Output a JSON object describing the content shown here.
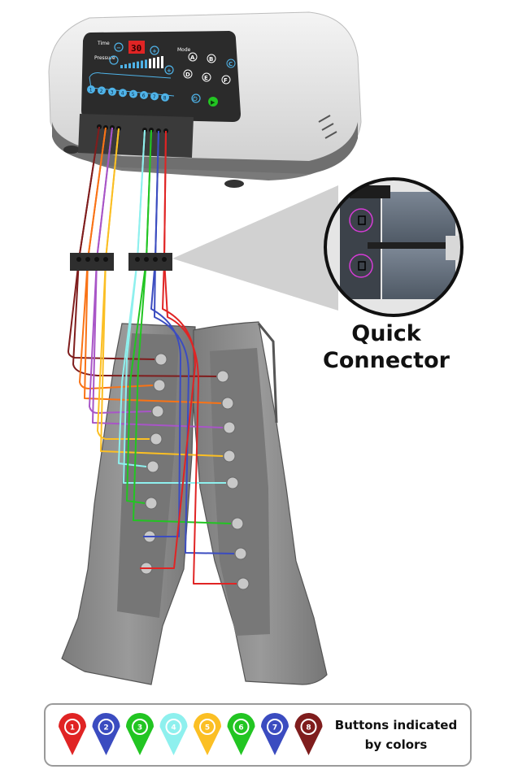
{
  "device": {
    "time_label": "Time",
    "time_value": "30",
    "pressure_label": "Pressure",
    "mode_label": "Mode",
    "mode_buttons": [
      "A",
      "B",
      "C",
      "D",
      "E",
      "F"
    ],
    "minus_symbol": "−",
    "plus_symbol": "+",
    "chamber_buttons": [
      "1",
      "2",
      "3",
      "4",
      "5",
      "6",
      "7",
      "8"
    ],
    "power_symbol": "⏻",
    "start_symbol": "▶"
  },
  "callout": {
    "title_line1": "Quick",
    "title_line2": "Connector"
  },
  "legend": {
    "pins": [
      {
        "number": "1",
        "color": "#e02424"
      },
      {
        "number": "2",
        "color": "#3b4cc0"
      },
      {
        "number": "3",
        "color": "#22c522"
      },
      {
        "number": "4",
        "color": "#8ef0ee"
      },
      {
        "number": "5",
        "color": "#fbbf24"
      },
      {
        "number": "6",
        "color": "#22c522"
      },
      {
        "number": "7",
        "color": "#3b4cc0"
      },
      {
        "number": "8",
        "color": "#7f1d1d"
      }
    ],
    "caption_line1": "Buttons indicated",
    "caption_line2": "by colors"
  },
  "colors": {
    "tube_1": "#e02424",
    "tube_2": "#3b4cc0",
    "tube_3": "#22c522",
    "tube_4": "#8ef0ee",
    "tube_5": "#fbbf24",
    "tube_6": "#a855c7",
    "tube_7": "#f97316",
    "tube_8": "#7f1d1d",
    "boot_fill": "#8a8a8a",
    "device_body": "#e8e8e8",
    "panel_dark": "#222222"
  }
}
